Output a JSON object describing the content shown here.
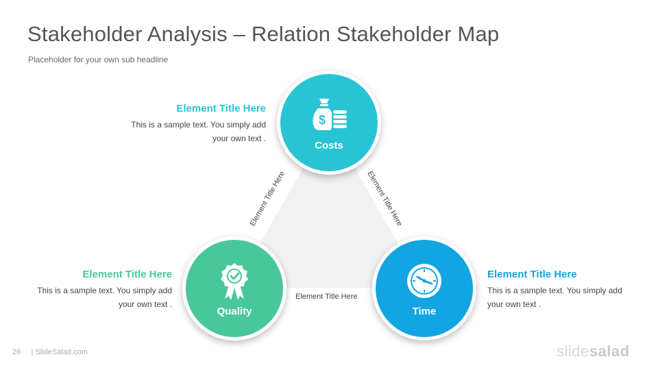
{
  "header": {
    "title": "Stakeholder Analysis – Relation Stakeholder Map",
    "subtitle": "Placeholder  for your own sub headline"
  },
  "nodes": {
    "costs": {
      "label": "Costs",
      "color": "#29c4d4",
      "icon": "money-bag-icon"
    },
    "quality": {
      "label": "Quality",
      "color": "#48c79b",
      "icon": "award-badge-icon"
    },
    "time": {
      "label": "Time",
      "color": "#12a4e3",
      "icon": "clock-icon"
    }
  },
  "blocks": {
    "costs": {
      "title": "Element Title Here",
      "body": "This is a sample text. You simply add your own text .",
      "color": "#29c4d4"
    },
    "quality": {
      "title": "Element Title Here",
      "body": "This is a sample text. You simply add your own text .",
      "color": "#48c79b"
    },
    "time": {
      "title": "Element Title Here",
      "body": "This is a sample text. You simply add your own text .",
      "color": "#12a4e3"
    }
  },
  "edges": {
    "left": "Element Title Here",
    "right": "Element Title Here",
    "bottom": "Element Title Here"
  },
  "footer": {
    "page_number": "26",
    "source": "| SlideSalad.com",
    "brand_light": "slide",
    "brand_bold": "salad"
  }
}
